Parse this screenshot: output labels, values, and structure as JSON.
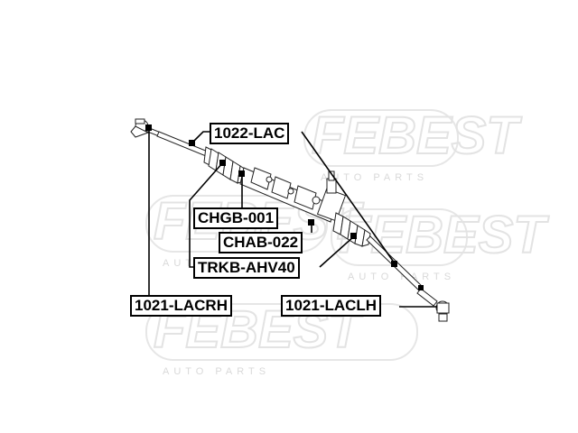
{
  "watermark": {
    "brand": "FEBEST",
    "tagline": "AUTO PARTS"
  },
  "labels": {
    "outer_tie_rod_end_rh": "1021-LACRH",
    "outer_tie_rod_end_lh": "1021-LACLH",
    "inner_tie_rod": "1022-LAC",
    "steering_gear_boot": "CHGB-001",
    "rack_bushing": "CHAB-022",
    "rack_boot_kit": "TRKB-AHV40"
  }
}
